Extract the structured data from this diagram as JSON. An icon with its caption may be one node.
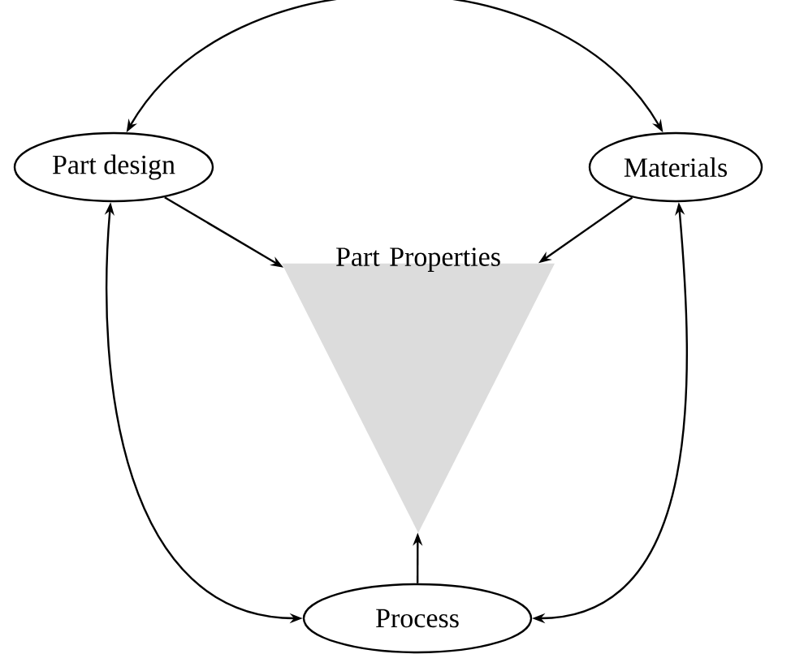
{
  "diagram": {
    "nodes": [
      {
        "text": [
          "Part design"
        ]
      },
      {
        "text": [
          "Materials"
        ]
      },
      {
        "text": [
          "Part Properties"
        ]
      },
      {
        "text": [
          "Process"
        ]
      }
    ],
    "edges": [
      {
        "from": 0,
        "to": 1,
        "arrow": "both"
      },
      {
        "from": 0,
        "to": 2,
        "arrow": "to"
      },
      {
        "from": 1,
        "to": 2,
        "arrow": "to"
      },
      {
        "from": 3,
        "to": 2,
        "arrow": "to"
      },
      {
        "from": 0,
        "to": 3,
        "arrow": "both"
      },
      {
        "from": 1,
        "to": 3,
        "arrow": "both"
      }
    ]
  }
}
